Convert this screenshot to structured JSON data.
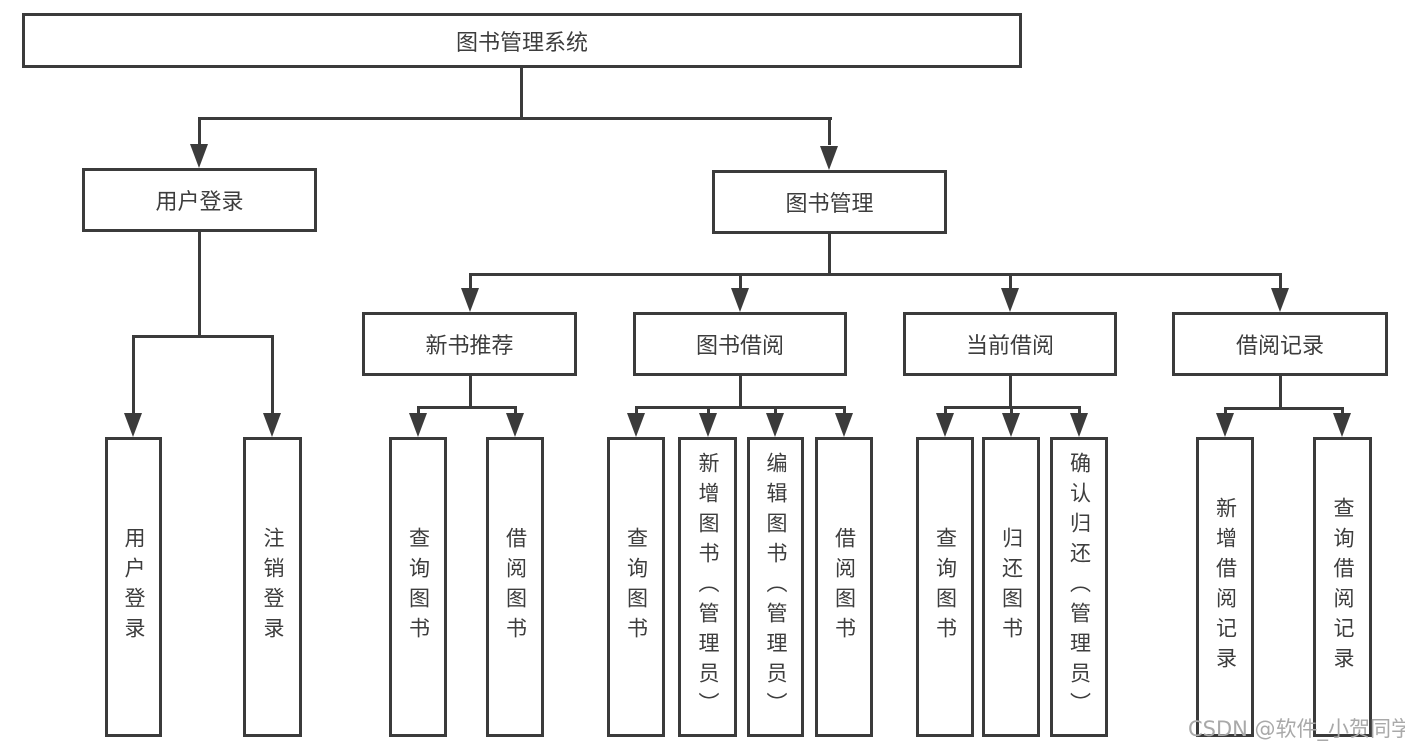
{
  "diagram": {
    "root": {
      "label": "图书管理系统"
    },
    "level2": [
      {
        "label": "用户登录"
      },
      {
        "label": "图书管理"
      }
    ],
    "level3": [
      {
        "label": "新书推荐"
      },
      {
        "label": "图书借阅"
      },
      {
        "label": "当前借阅"
      },
      {
        "label": "借阅记录"
      }
    ],
    "leaves": [
      {
        "label": "用户登录"
      },
      {
        "label": "注销登录"
      },
      {
        "label": "查询图书"
      },
      {
        "label": "借阅图书"
      },
      {
        "label": "查询图书"
      },
      {
        "label": "新增图书（管理员）"
      },
      {
        "label": "编辑图书（管理员）"
      },
      {
        "label": "借阅图书"
      },
      {
        "label": "查询图书"
      },
      {
        "label": "归还图书"
      },
      {
        "label": "确认归还（管理员）"
      },
      {
        "label": "新增借阅记录"
      },
      {
        "label": "查询借阅记录"
      }
    ]
  },
  "watermark": {
    "text": "CSDN @软件_小贺同学"
  },
  "colors": {
    "line": "#3b3b3b",
    "text": "#3d3d3d",
    "watermark": "#a9a9a9",
    "background": "#ffffff"
  }
}
